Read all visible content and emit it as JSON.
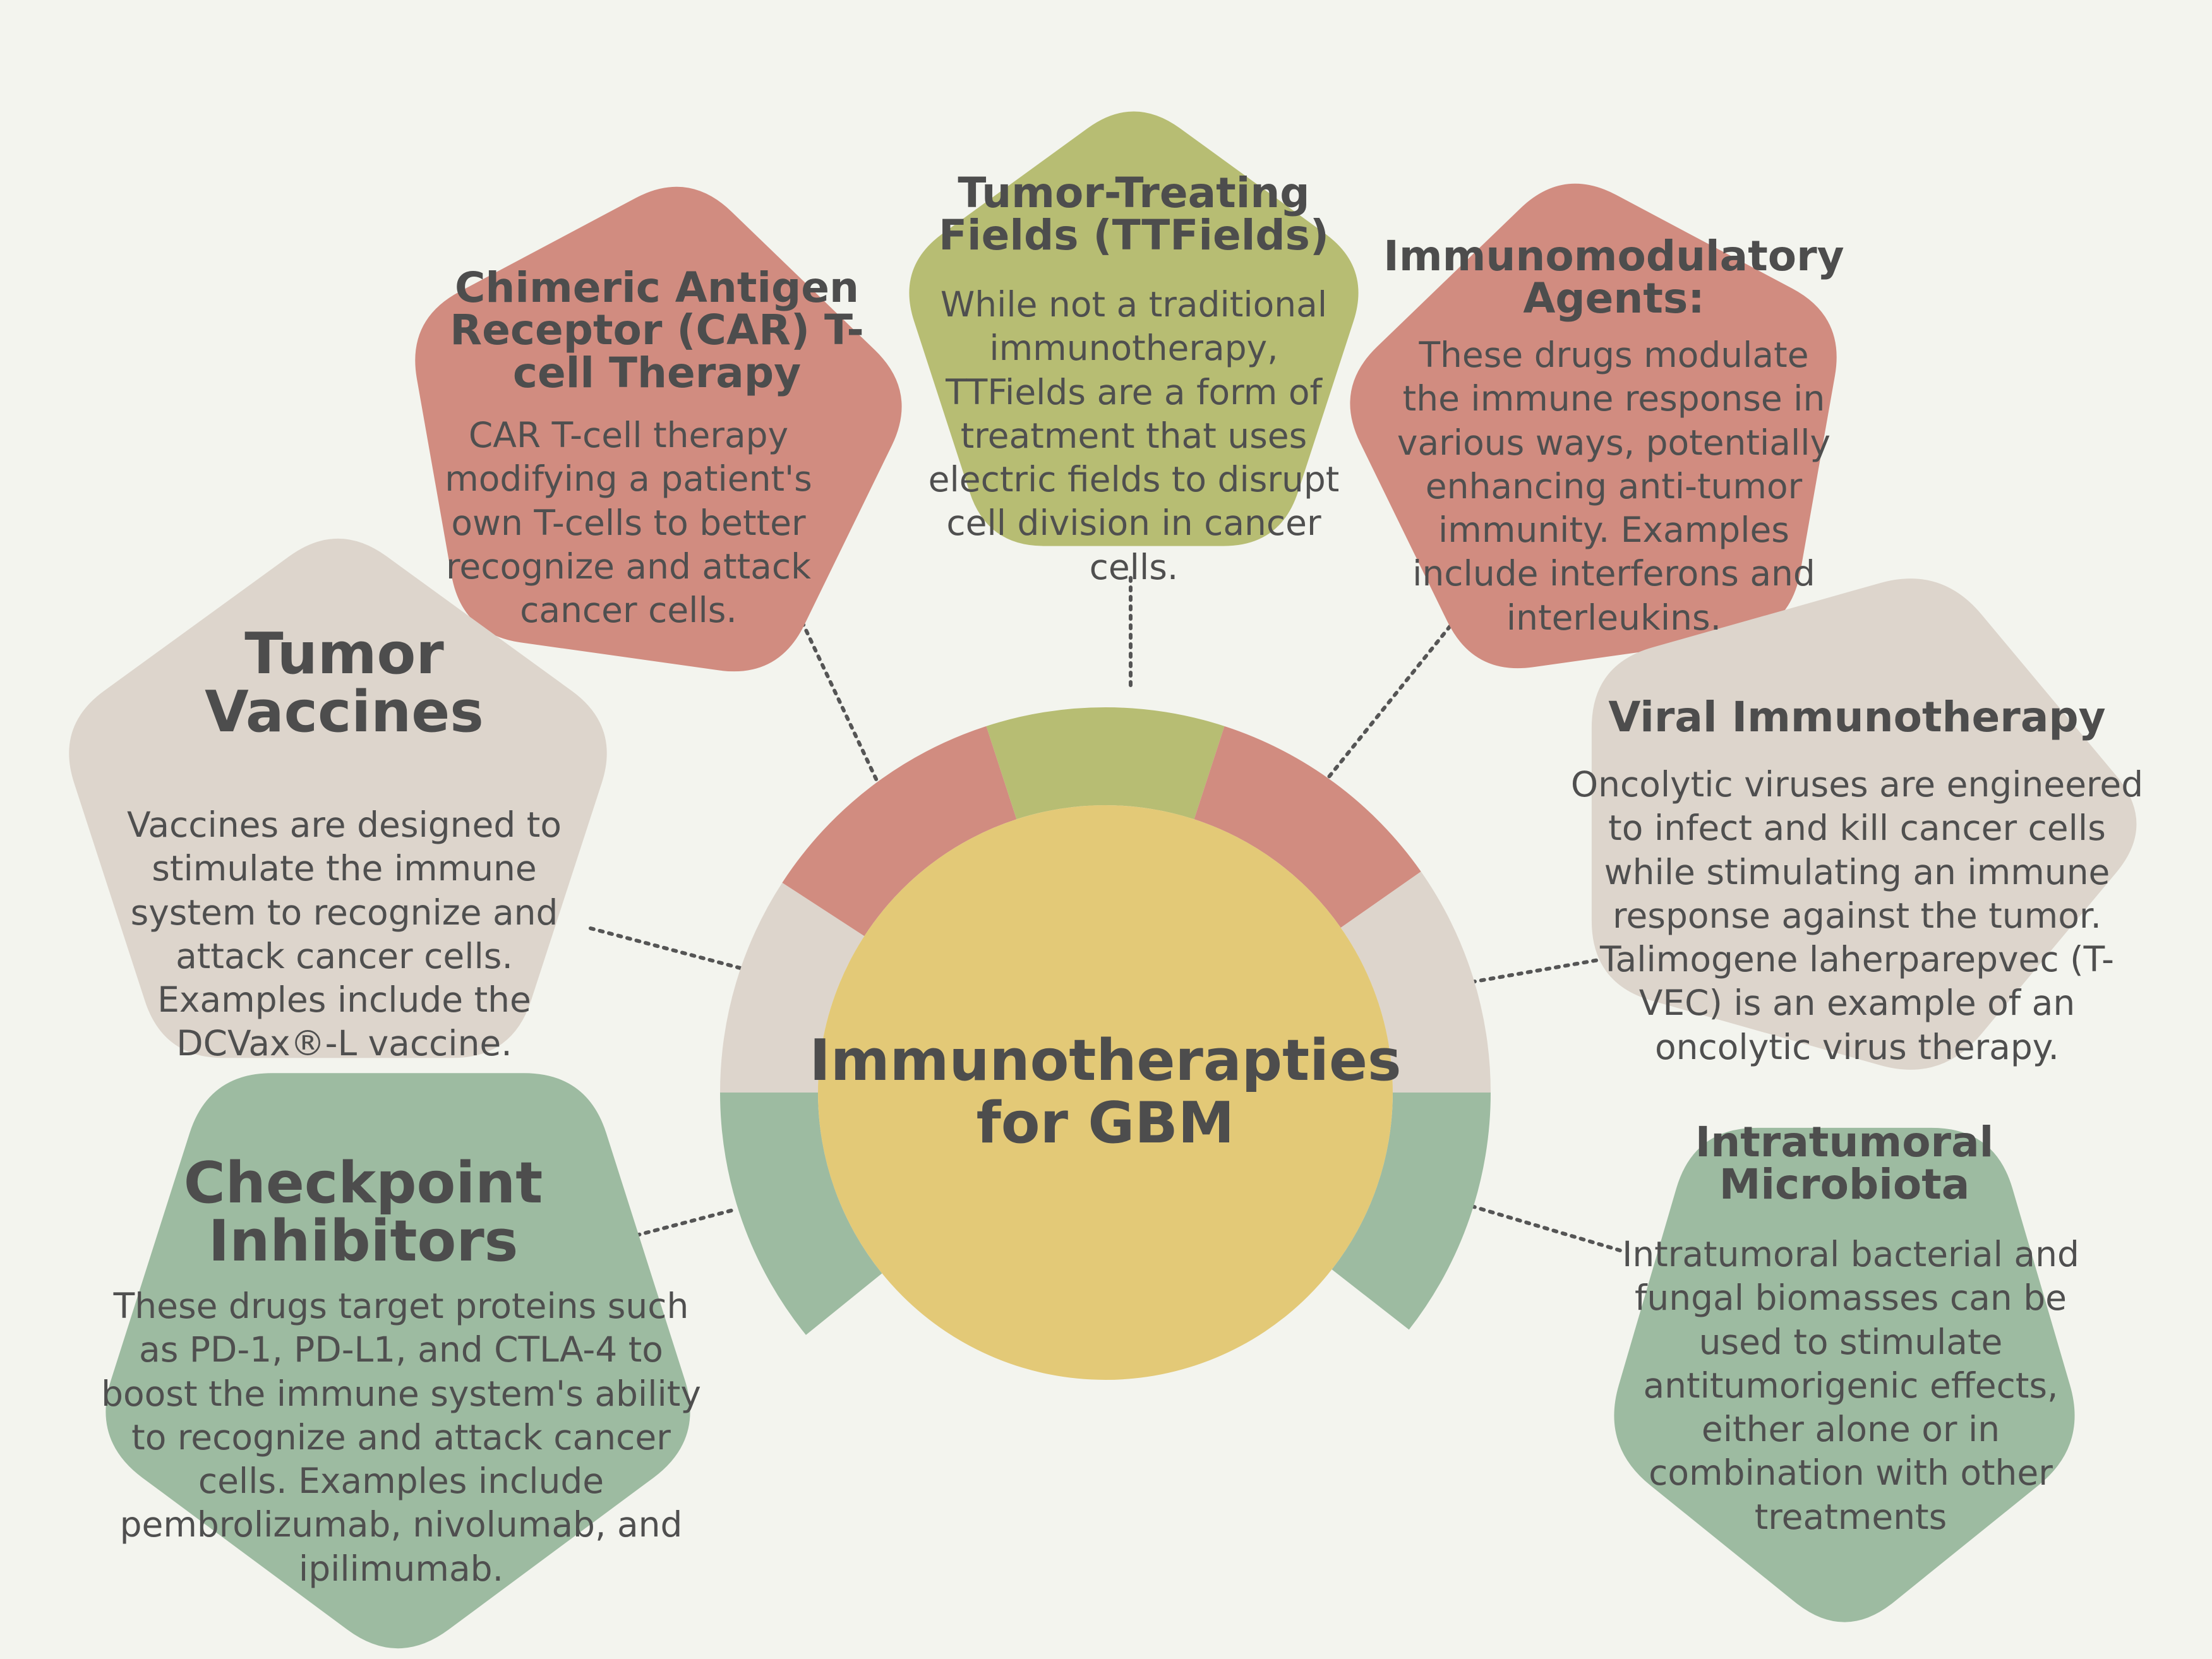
{
  "center": {
    "title_line1": "Immunotherapties",
    "title_line2": "for GBM"
  },
  "colors": {
    "background": "#f3f4ee",
    "center": "#e3c977",
    "red": "#d18c80",
    "olive": "#b7bd73",
    "beige": "#ddd5cc",
    "green": "#9dbba1",
    "text": "#4f4f4f"
  },
  "nodes": {
    "ttfields": {
      "title": "Tumor-Treating Fields (TTFields)",
      "body": "While not a traditional immunotherapy, TTFields are a form of treatment that uses electric fields to disrupt cell division in cancer cells."
    },
    "car_t": {
      "title": "Chimeric Antigen Receptor (CAR) T-cell Therapy",
      "body": "CAR T-cell therapy modifying a patient's own T-cells to better recognize and attack cancer cells."
    },
    "immunomodulatory": {
      "title": "Immunomodulatory Agents:",
      "body": "These drugs modulate the immune response in various ways, potentially enhancing anti-tumor immunity. Examples include interferons and interleukins."
    },
    "vaccines": {
      "title": "Tumor Vaccines",
      "body": "Vaccines are designed to stimulate the immune system to recognize and attack cancer cells. Examples include the DCVax®-L vaccine."
    },
    "viral": {
      "title": "Viral Immunotherapy",
      "body": "Oncolytic viruses are engineered to infect and kill cancer cells while stimulating an immune response against the tumor. Talimogene laherparepvec (T-VEC) is an example of an oncolytic virus therapy."
    },
    "checkpoint": {
      "title": "Checkpoint Inhibitors",
      "body": "These drugs target proteins such as PD-1, PD-L1, and CTLA-4 to boost the immune system's ability to recognize and attack cancer cells. Examples include pembrolizumab, nivolumab, and ipilimumab."
    },
    "microbiota": {
      "title": "Intratumoral Microbiota",
      "body": "Intratumoral bacterial and fungal biomasses can be used to stimulate antitumorigenic effects, either alone or in combination with other treatments"
    }
  }
}
